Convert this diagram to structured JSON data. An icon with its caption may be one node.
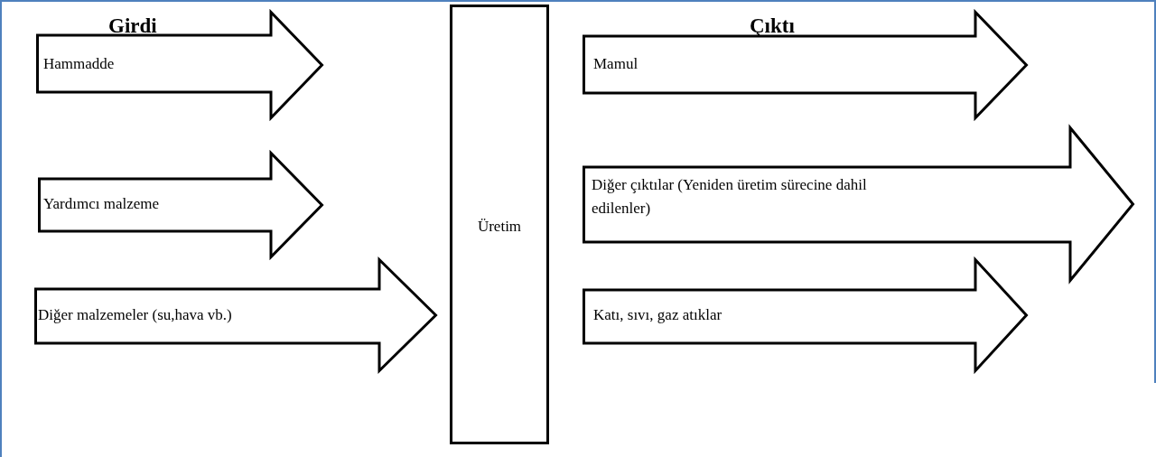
{
  "diagram": {
    "nodes": [
      {
        "text": [
          "Hammadde"
        ]
      },
      {
        "text": [
          "Yardımcı malzeme"
        ]
      },
      {
        "text": [
          "Diğer malzemeler (su,hava vb.)"
        ]
      },
      {
        "text": [
          "Üretim"
        ]
      },
      {
        "text": [
          "Mamul"
        ]
      },
      {
        "text": [
          "Diğer çıktılar (Yeniden üretim sürecine dahil edilenler)"
        ]
      },
      {
        "text": [
          "Katı, sıvı, gaz atıklar"
        ]
      }
    ],
    "labels": [
      "Girdi",
      "Çıktı"
    ]
  }
}
